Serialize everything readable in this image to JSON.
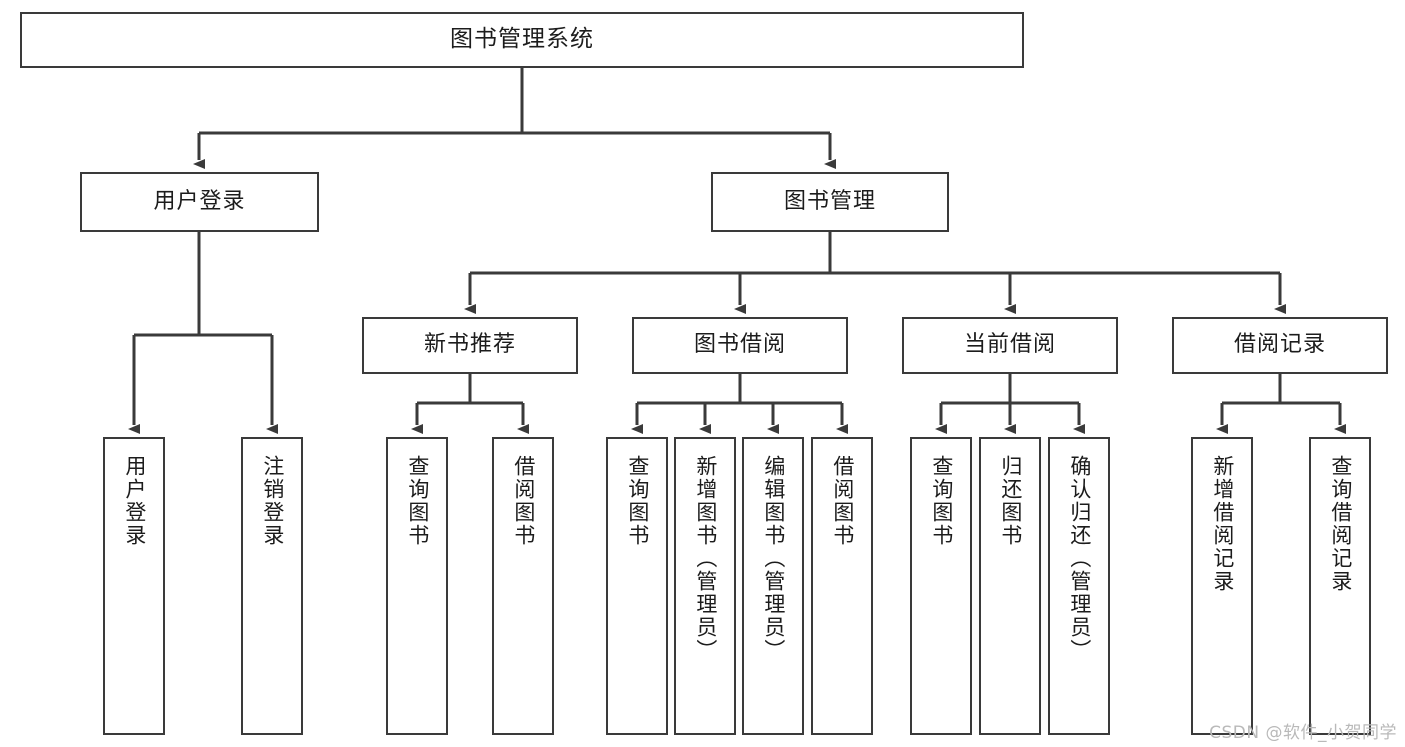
{
  "diagram": {
    "title": "图书管理系统",
    "watermark": "CSDN @软件_小贺同学",
    "line_color": "#3a3a3a",
    "text_color": "#1c1c1c",
    "background": "#ffffff"
  },
  "nodes": {
    "root": {
      "label": "图书管理系统"
    },
    "level2": [
      {
        "id": "user-login",
        "label": "用户登录"
      },
      {
        "id": "book-manage",
        "label": "图书管理"
      }
    ],
    "level3": [
      {
        "id": "new-book-recommend",
        "label": "新书推荐"
      },
      {
        "id": "book-borrow",
        "label": "图书借阅"
      },
      {
        "id": "current-borrow",
        "label": "当前借阅"
      },
      {
        "id": "borrow-record",
        "label": "借阅记录"
      }
    ],
    "leaves": {
      "user-login": [
        {
          "id": "leaf-user-login",
          "label": "用户登录"
        },
        {
          "id": "leaf-logout-login",
          "label": "注销登录"
        }
      ],
      "new-book-recommend": [
        {
          "id": "leaf-query-book-1",
          "label": "查询图书"
        },
        {
          "id": "leaf-borrow-book-1",
          "label": "借阅图书"
        }
      ],
      "book-borrow": [
        {
          "id": "leaf-query-book-2",
          "label": "查询图书"
        },
        {
          "id": "leaf-add-book",
          "label": "新增图书（管理员）"
        },
        {
          "id": "leaf-edit-book",
          "label": "编辑图书（管理员）"
        },
        {
          "id": "leaf-borrow-book-2",
          "label": "借阅图书"
        }
      ],
      "current-borrow": [
        {
          "id": "leaf-query-book-3",
          "label": "查询图书"
        },
        {
          "id": "leaf-return-book",
          "label": "归还图书"
        },
        {
          "id": "leaf-confirm-return",
          "label": "确认归还（管理员）"
        }
      ],
      "borrow-record": [
        {
          "id": "leaf-add-record",
          "label": "新增借阅记录"
        },
        {
          "id": "leaf-query-record",
          "label": "查询借阅记录"
        }
      ]
    }
  }
}
